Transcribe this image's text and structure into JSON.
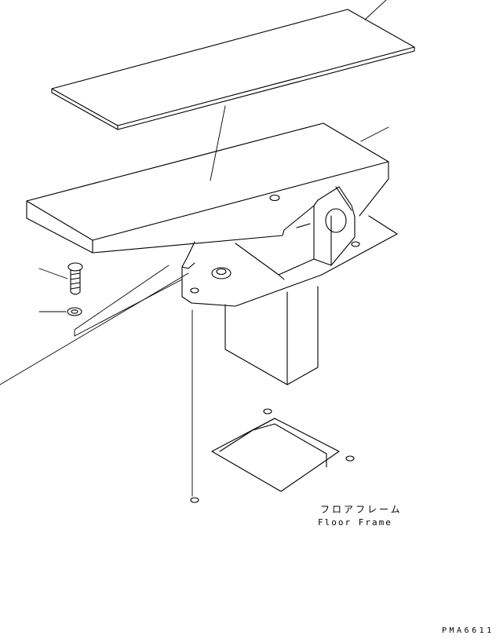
{
  "labels": {
    "floor_frame_jp": "フロアフレーム",
    "floor_frame_en": "Floor Frame"
  },
  "drawing_code": "PMA6611",
  "colors": {
    "line": "#000000",
    "background": "#ffffff"
  }
}
